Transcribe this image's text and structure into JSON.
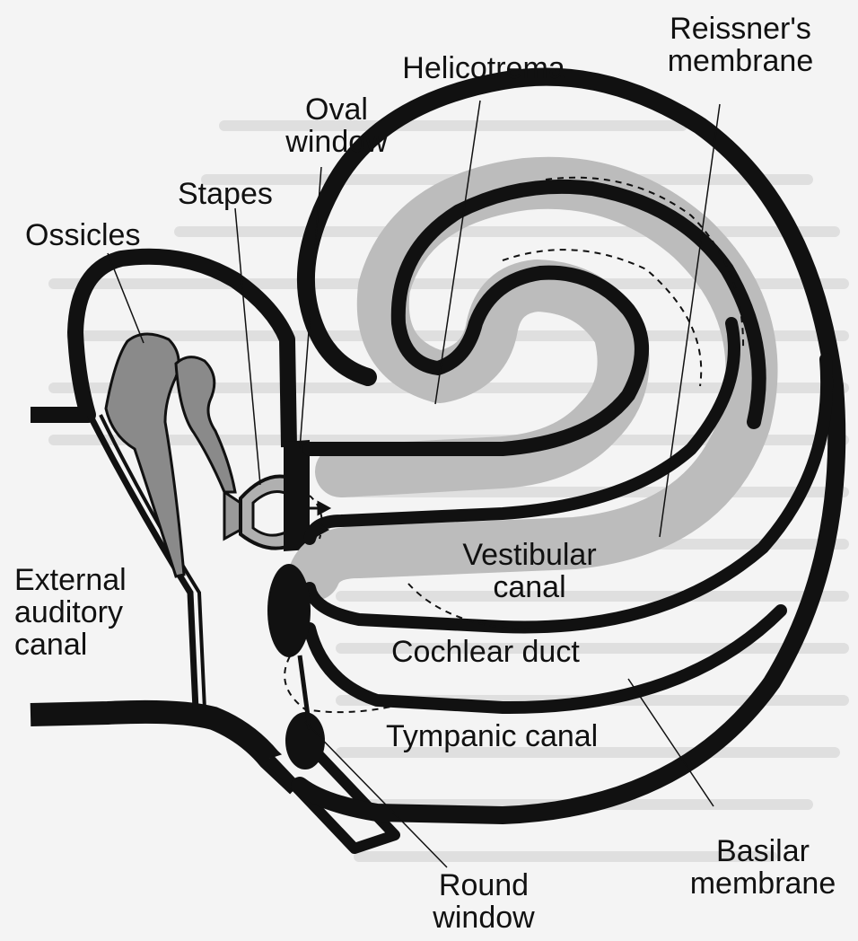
{
  "labels": {
    "helicotrema": "Helicotrema",
    "reissners_membrane": "Reissner's\nmembrane",
    "oval_window": "Oval\nwindow",
    "stapes": "Stapes",
    "ossicles": "Ossicles",
    "external_auditory_canal": "External\nauditory\ncanal",
    "vestibular_canal": "Vestibular\ncanal",
    "cochlear_duct": "Cochlear duct",
    "tympanic_canal": "Tympanic canal",
    "basilar_membrane": "Basilar\nmembrane",
    "round_window": "Round\nwindow"
  },
  "colors": {
    "ink": "#111111",
    "duct_fill": "#bcbcbc",
    "bone_fill": "#8a8a8a",
    "background": "#f4f4f4",
    "bleed_text": "#c9c9c9"
  }
}
